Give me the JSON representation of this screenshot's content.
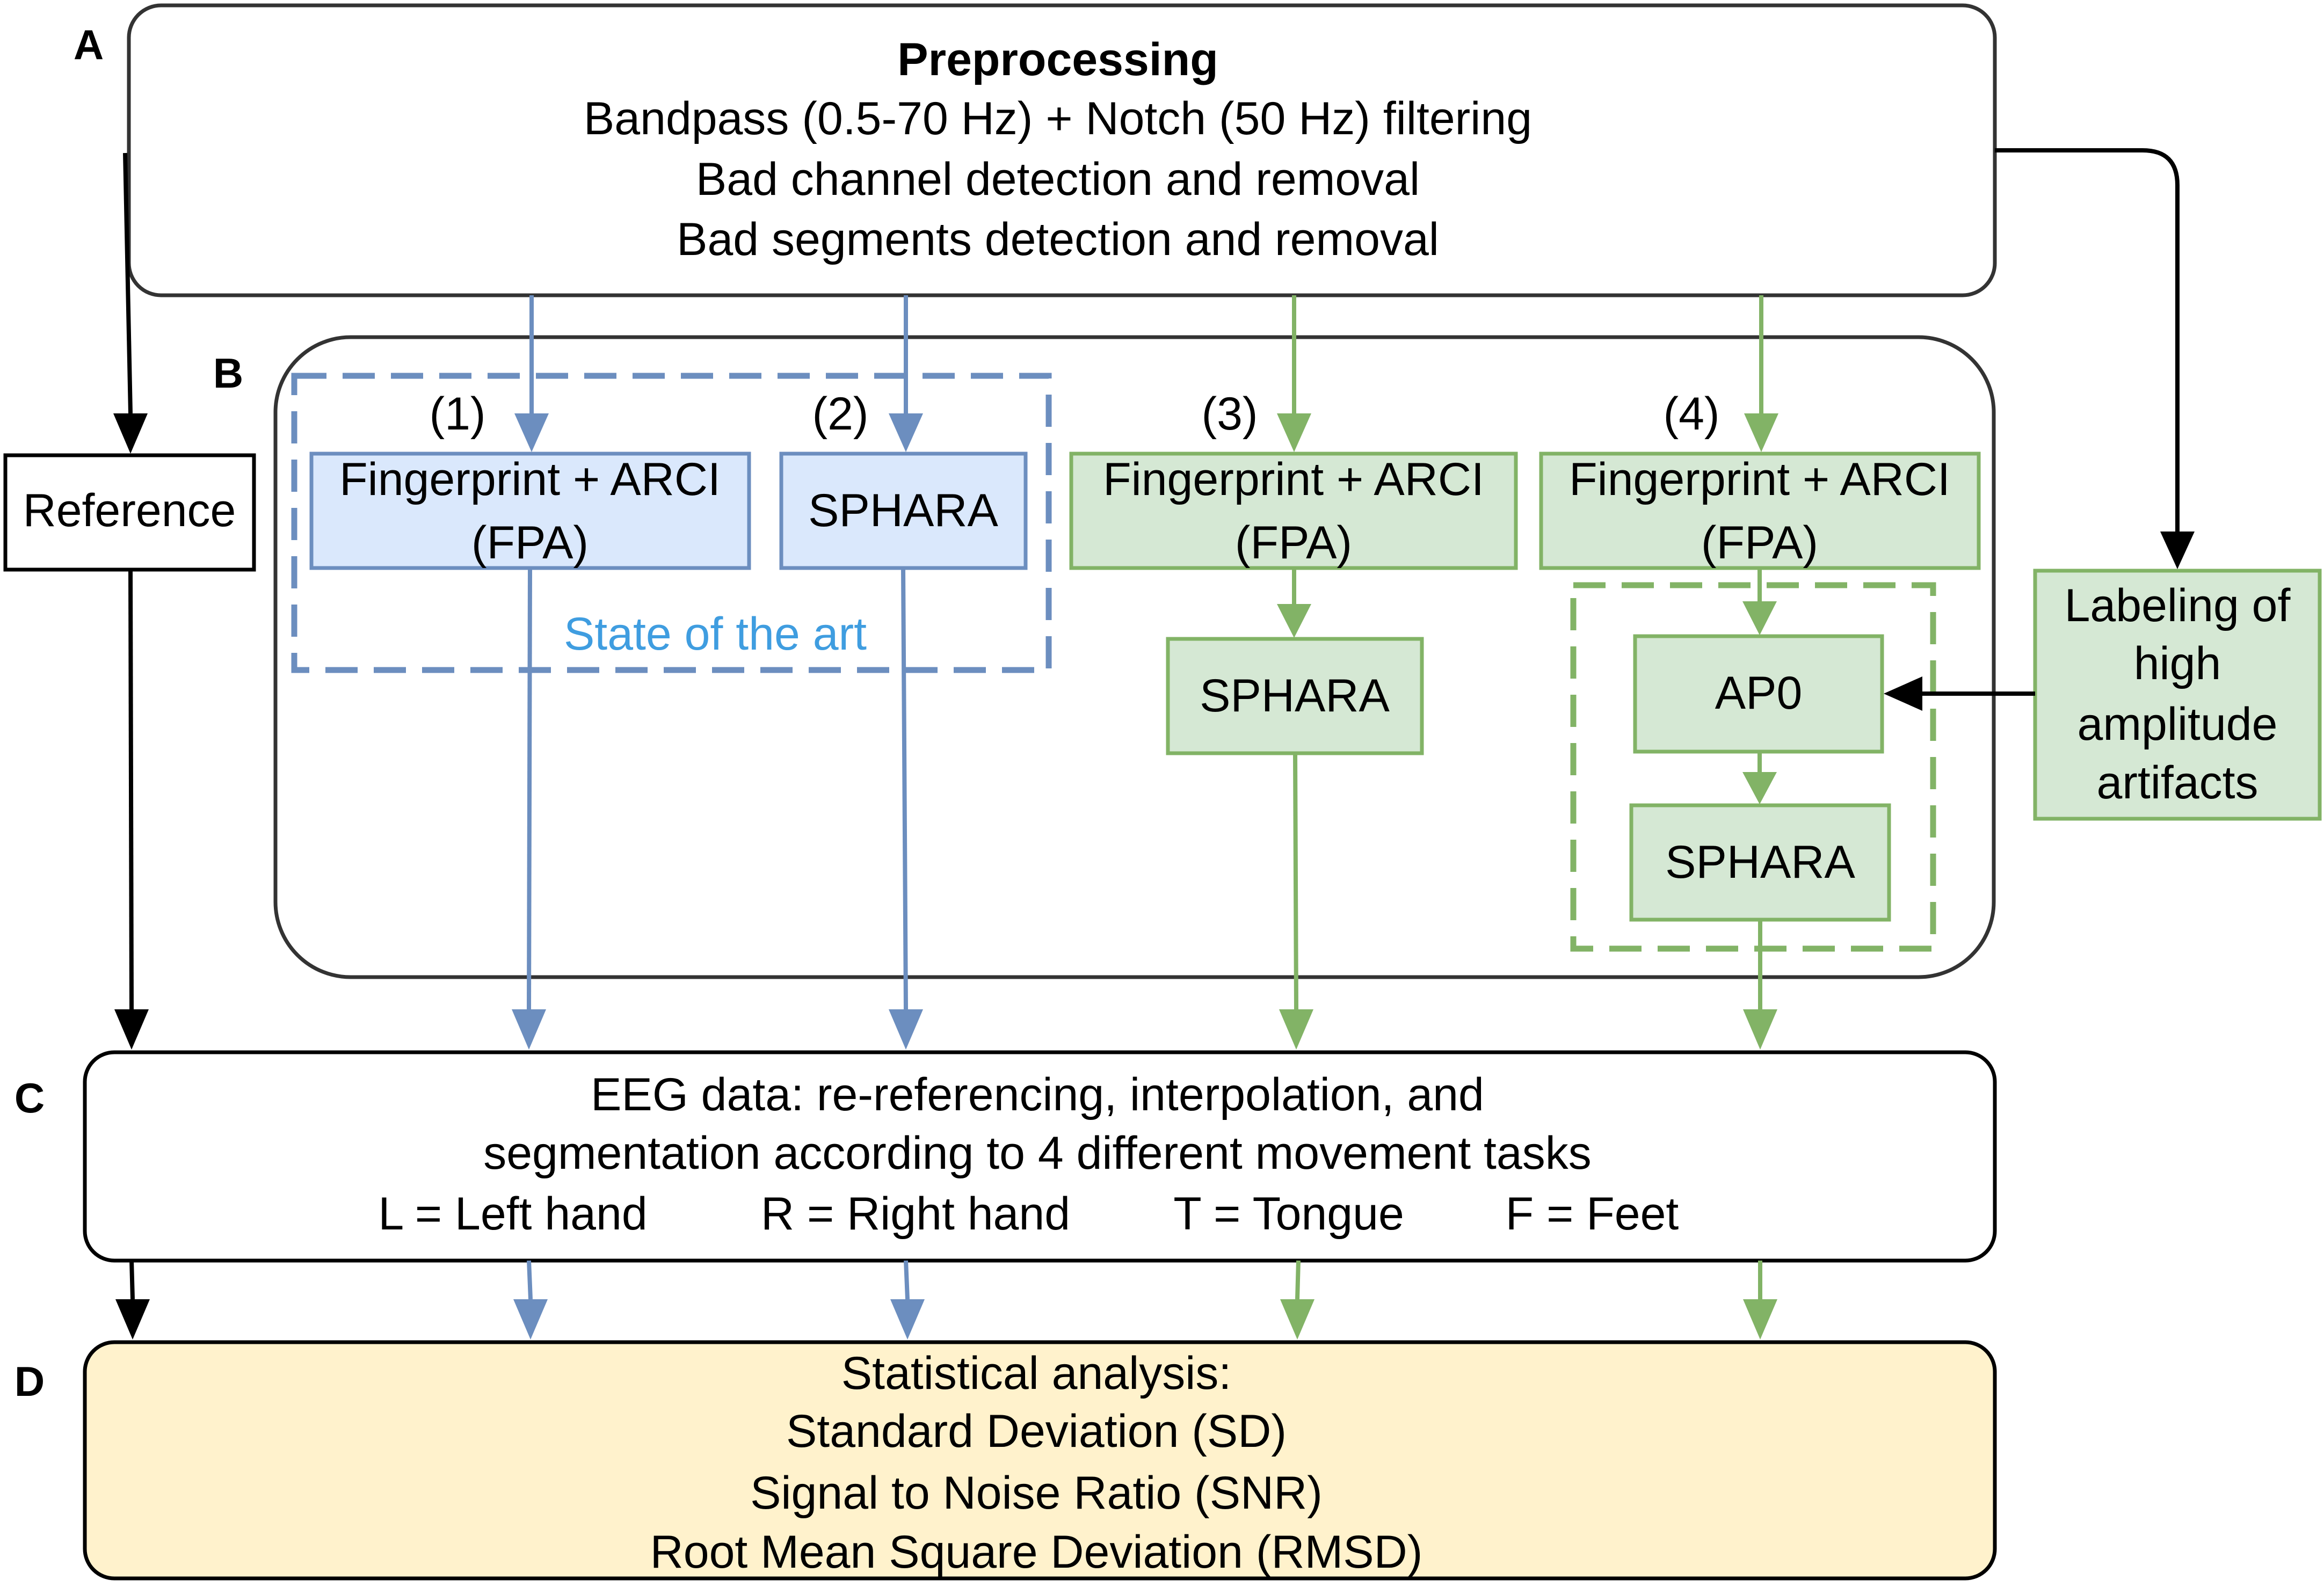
{
  "section_labels": {
    "a": "A",
    "b": "B",
    "c": "C",
    "d": "D"
  },
  "preprocessing": {
    "title": "Preprocessing",
    "lines": [
      "Bandpass (0.5-70 Hz) + Notch (50 Hz) filtering",
      "Bad channel detection and removal",
      "Bad segments detection and removal"
    ]
  },
  "reference": {
    "label": "Reference"
  },
  "pipelines": [
    {
      "number": "(1)",
      "fpa_line1": "Fingerprint + ARCI",
      "fpa_line2": "(FPA)"
    },
    {
      "number": "(2)",
      "sphara": "SPHARA"
    },
    {
      "number": "(3)",
      "fpa_line1": "Fingerprint + ARCI",
      "fpa_line2": "(FPA)",
      "sphara": "SPHARA"
    },
    {
      "number": "(4)",
      "fpa_line1": "Fingerprint + ARCI",
      "fpa_line2": "(FPA)",
      "ap0": "AP0",
      "sphara": "SPHARA"
    }
  ],
  "state_of_the_art": "State of the art",
  "labeling": {
    "lines": [
      "Labeling of",
      "high",
      "amplitude",
      "artifacts"
    ]
  },
  "eeg": {
    "lines": [
      "EEG data: re-referencing, interpolation, and",
      "segmentation according to 4 different movement tasks"
    ],
    "tasks": [
      "L = Left hand",
      "R = Right hand",
      "T = Tongue",
      "F = Feet"
    ]
  },
  "statistics": {
    "lines": [
      "Statistical analysis:",
      "Standard Deviation (SD)",
      "Signal to Noise Ratio (SNR)",
      "Root Mean Square Deviation (RMSD)"
    ]
  },
  "colors": {
    "blue_line": "#6c8ebf",
    "blue_fill": "#dae8fc",
    "green_line": "#82b366",
    "green_fill": "#d5e8d4",
    "state_of_art_text": "#3f9de0",
    "stats_fill": "#fff2cc",
    "black": "#000000",
    "frame": "#333333"
  }
}
